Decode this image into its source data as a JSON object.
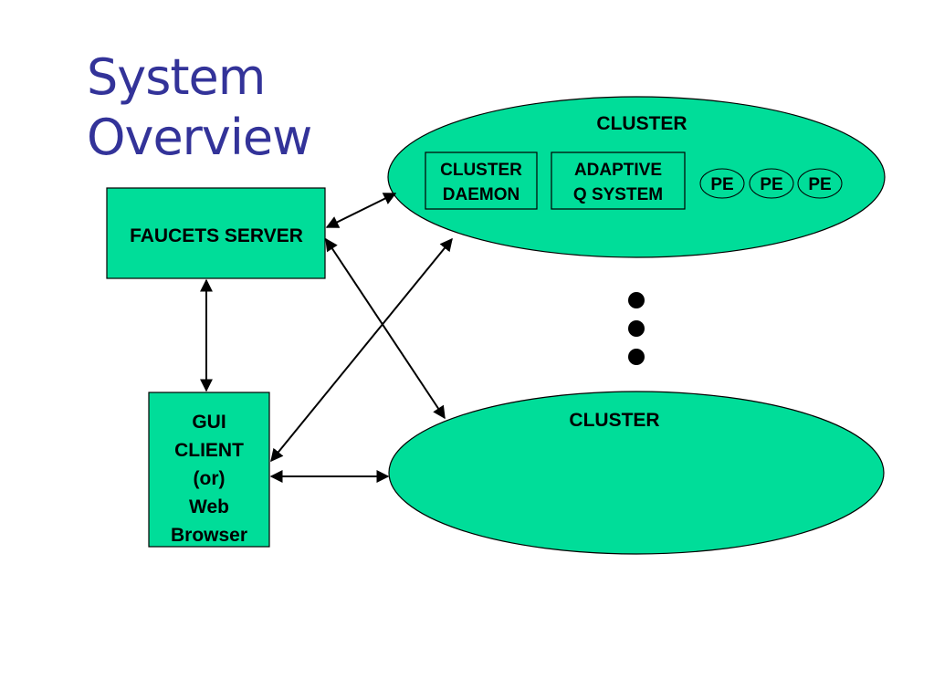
{
  "slide": {
    "title_line1": "System",
    "title_line2": "Overview"
  },
  "diagram": {
    "faucets_server": "FAUCETS SERVER",
    "gui_client": [
      "GUI",
      "CLIENT",
      "(or)",
      "Web",
      "Browser"
    ],
    "cluster_top": {
      "title": "CLUSTER",
      "daemon": [
        "CLUSTER",
        "DAEMON"
      ],
      "adaptive": [
        "ADAPTIVE",
        "Q SYSTEM"
      ],
      "pe": [
        "PE",
        "PE",
        "PE"
      ]
    },
    "cluster_bottom": {
      "title": "CLUSTER"
    }
  },
  "colors": {
    "title": "#333399",
    "fill": "#00DD99",
    "stroke": "#000000"
  }
}
